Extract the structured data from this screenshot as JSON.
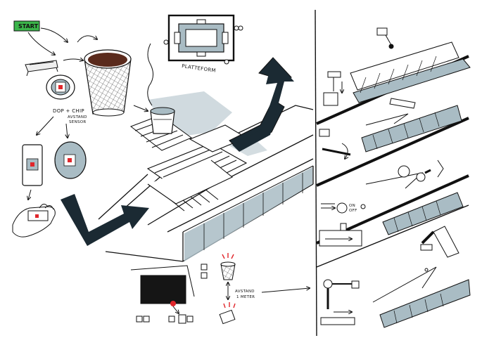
{
  "labels": {
    "start": "START",
    "platteform": "PLATTEFORM",
    "dop_chip": "DOP + CHIP",
    "avstand_sensor_1": "AVSTAND",
    "avstand_sensor_2": "SENSOR",
    "on": "ON",
    "off": "OFF",
    "avstand_meter_1": "AVSTAND",
    "avstand_meter_2": "1 METER"
  },
  "colors": {
    "start_badge": "#3bb54a",
    "ink": "#111111",
    "wash": "#a9bcc4",
    "accent_red": "#e0262b",
    "trash_brown": "#5a2a1c"
  },
  "icons": [
    "start-badge",
    "scanner-icon",
    "chip-disc-icon",
    "trash-basket-icon",
    "platform-icon",
    "steam-icon",
    "phone-icon",
    "egg-chip-icon",
    "hand-phone-icon",
    "big-arrow-icon",
    "screen-device-icon",
    "sensor-device-icon",
    "robot-arm-icon"
  ]
}
